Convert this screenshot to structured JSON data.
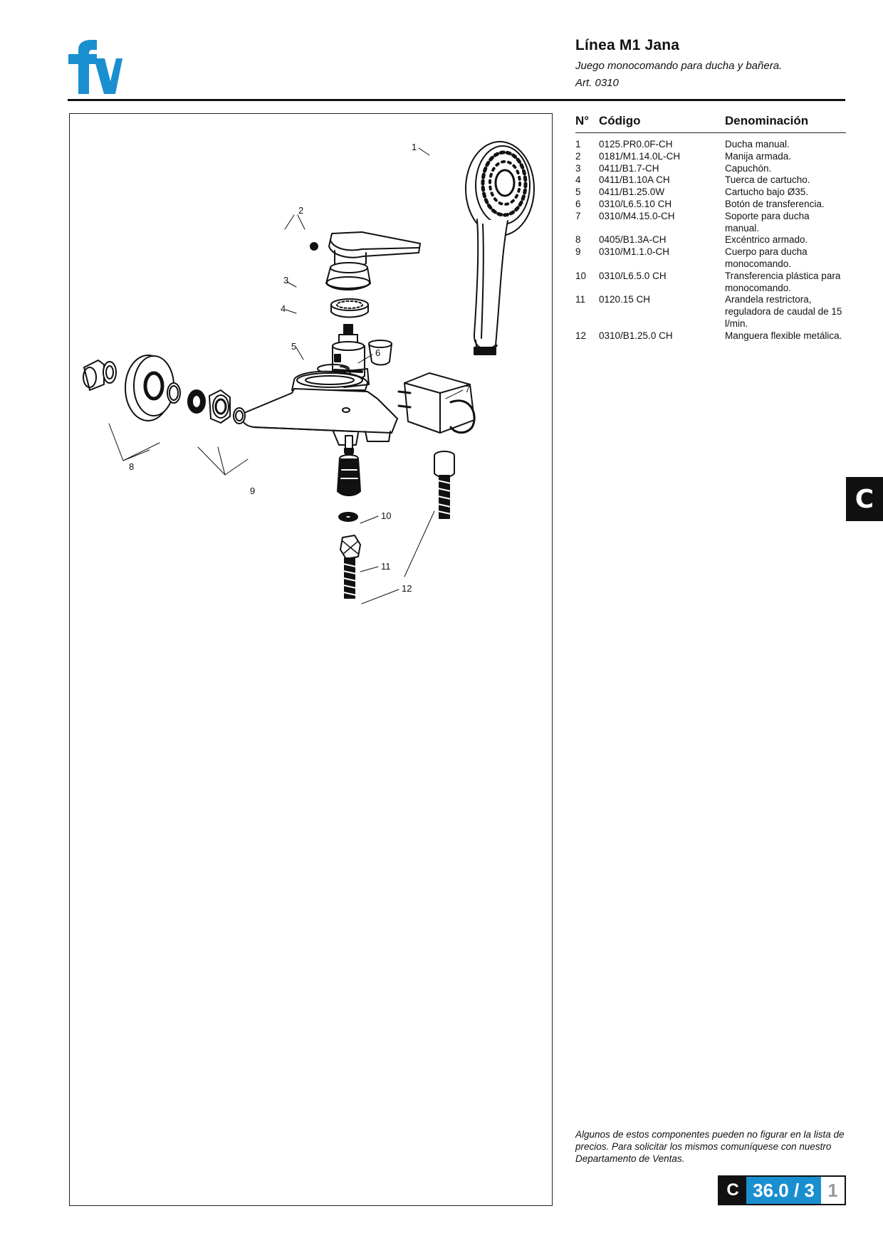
{
  "brand": {
    "name": "fv",
    "color": "#1a8fd0"
  },
  "header": {
    "title": "Línea M1 Jana",
    "subtitle": "Juego monocomando para ducha y bañera.",
    "article": "Art. 0310"
  },
  "parts_table": {
    "col_no": "N°",
    "col_code": "Código",
    "col_name": "Denominación",
    "rows": [
      {
        "no": "1",
        "code": "0125.PR0.0F-CH",
        "name": "Ducha manual."
      },
      {
        "no": "2",
        "code": "0181/M1.14.0L-CH",
        "name": "Manija armada."
      },
      {
        "no": "3",
        "code": "0411/B1.7-CH",
        "name": "Capuchón."
      },
      {
        "no": "4",
        "code": "0411/B1.10A CH",
        "name": "Tuerca de cartucho."
      },
      {
        "no": "5",
        "code": "0411/B1.25.0W",
        "name": "Cartucho bajo Ø35."
      },
      {
        "no": "6",
        "code": "0310/L6.5.10 CH",
        "name": "Botón de transferencia."
      },
      {
        "no": "7",
        "code": "0310/M4.15.0-CH",
        "name": "Soporte para ducha manual."
      },
      {
        "no": "8",
        "code": "0405/B1.3A-CH",
        "name": "Excéntrico armado."
      },
      {
        "no": "9",
        "code": "0310/M1.1.0-CH",
        "name": "Cuerpo para ducha monocomando."
      },
      {
        "no": "10",
        "code": "0310/L6.5.0 CH",
        "name": "Transferencia plástica para monocomando."
      },
      {
        "no": "11",
        "code": "0120.15 CH",
        "name": "Arandela restrictora, reguladora de caudal de 15 l/min."
      },
      {
        "no": "12",
        "code": "0310/B1.25.0 CH",
        "name": "Manguera flexible metálica."
      }
    ]
  },
  "callouts": [
    "1",
    "2",
    "3",
    "4",
    "5",
    "6",
    "7",
    "8",
    "9",
    "10",
    "11",
    "12"
  ],
  "note": "Algunos de estos componentes pueden no figurar en la lista de precios. Para solicitar los mismos comuníquese con nuestro Departamento de Ventas.",
  "page_box": {
    "section": "C",
    "number": "36.0 / 3",
    "page": "1",
    "accent": "#1a8fd0"
  },
  "side_tab": "C"
}
